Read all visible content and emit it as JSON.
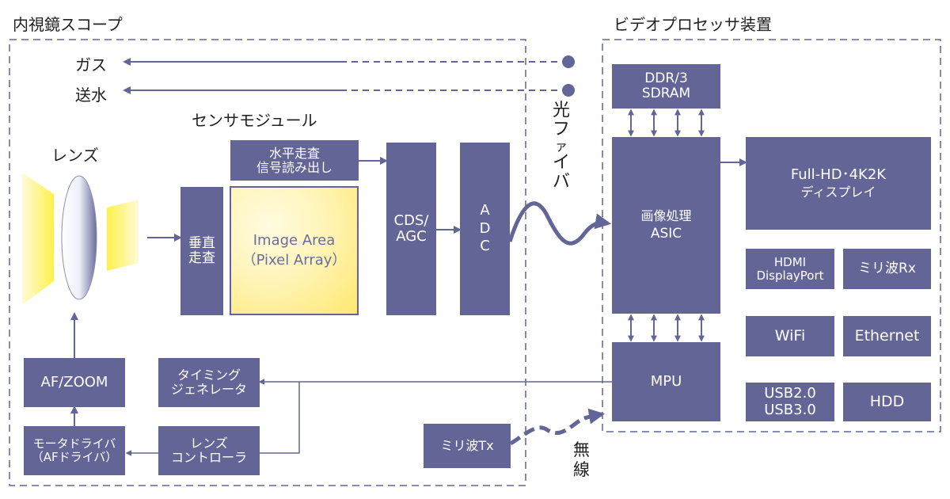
{
  "scope": {
    "title": "内視鏡スコープ",
    "gas": "ガス",
    "water": "送水",
    "lens": "レンズ",
    "sensor_module": "センサモジュール",
    "horizontal_scan": [
      "水平走査",
      "信号読み出し"
    ],
    "vertical_scan": [
      "垂直",
      "走査"
    ],
    "image_area": [
      "Image Area",
      "（Pixel Array）"
    ],
    "cds_agc": [
      "CDS/",
      "AGC"
    ],
    "adc": [
      "A",
      "D",
      "C"
    ],
    "af_zoom": "AF/ZOOM",
    "timing_generator": [
      "タイミング",
      "ジェネレータ"
    ],
    "motor_driver": [
      "モータドライバ",
      "（AFドライバ）"
    ],
    "lens_controller": [
      "レンズ",
      "コントローラ"
    ],
    "mmwave_tx": "ミリ波Tx"
  },
  "link": {
    "optical_fiber": [
      "光",
      "フ",
      "ァ",
      "イ",
      "バ"
    ],
    "wireless": [
      "無",
      "線"
    ]
  },
  "processor": {
    "title": "ビデオプロセッサ装置",
    "ddr": [
      "DDR/3",
      "SDRAM"
    ],
    "asic": [
      "画像処理",
      "ASIC"
    ],
    "mpu": "MPU",
    "display": [
      "Full-HD･4K2K",
      "ディスプレイ"
    ],
    "hdmi": [
      "HDMI",
      "DisplayPort"
    ],
    "mmwave_rx": "ミリ波Rx",
    "wifi": "WiFi",
    "ethernet": "Ethernet",
    "usb": [
      "USB2.0",
      "USB3.0"
    ],
    "hdd": "HDD"
  },
  "colors": {
    "block": "#636596",
    "text_on_block": "#ffffff",
    "lens_yellow": "#fff25a",
    "sensor_fill": "#fff4b8",
    "border_dash": "#636596"
  }
}
